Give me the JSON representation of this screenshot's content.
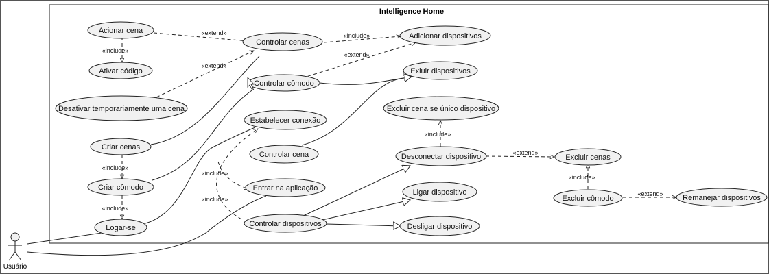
{
  "system": {
    "title": "Intelligence Home"
  },
  "actor": {
    "name": "Usuário"
  },
  "use_cases": {
    "acionar_cena": "Acionar cena",
    "ativar_codigo": "Ativar código",
    "desativar_cena": "Desativar temporariamente uma cena",
    "criar_cenas": "Criar cenas",
    "criar_comodo": "Criar cômodo",
    "logar_se": "Logar-se",
    "controlar_cenas": "Controlar cenas",
    "controlar_comodo": "Controlar cômodo",
    "estabelecer_conexao": "Estabelecer conexão",
    "controlar_cena": "Controlar cena",
    "entrar_aplicacao": "Entrar na aplicação",
    "controlar_dispositivos": "Controlar dispositivos",
    "adicionar_dispositivos": "Adicionar dispositivos",
    "excluir_dispositivos": "Exluir dispositivos",
    "excluir_cena_unico": "Excluir cena se único dispositivo",
    "desconectar_dispositivo": "Desconectar dispositivo",
    "ligar_dispositivo": "Ligar dispositivo",
    "desligar_dispositivo": "Desligar dispositivo",
    "excluir_cenas": "Excluir cenas",
    "excluir_comodo": "Excluir cômodo",
    "remanejar_dispositivos": "Remanejar dispositivos"
  },
  "relations": {
    "extend": "«extend»",
    "include": "«include»"
  }
}
